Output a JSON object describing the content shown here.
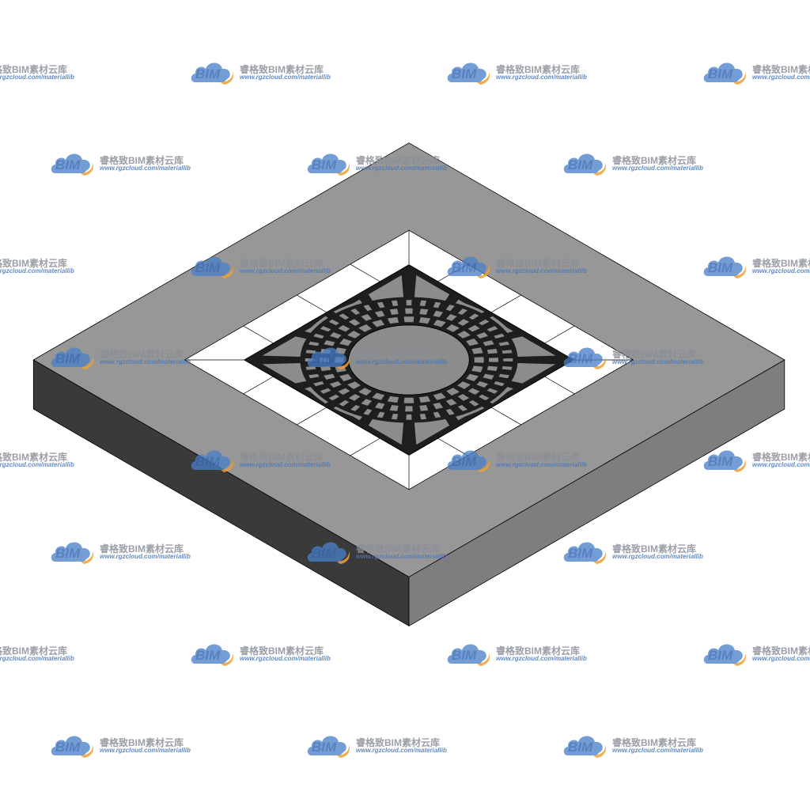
{
  "watermark": {
    "badge_text": "BIM",
    "brand_text": "睿格致BIM素材云库",
    "url_text": "www.rgzcloud.com/materiallib",
    "icon": "cloud-logo-icon",
    "colors": {
      "cloud_blue": "#4a80c8",
      "cloud_orange": "#f0a030",
      "brand_gray": "#8a8f96",
      "url_blue": "#4a78b8"
    }
  },
  "model": {
    "colors": {
      "slab_top": "#979797",
      "slab_left": "#3a3a3a",
      "slab_right": "#7e7e7e",
      "tile": "#ffffff",
      "grate": "#1e1e1e",
      "opening": "#8c8c8c",
      "edge": "#000000"
    }
  }
}
